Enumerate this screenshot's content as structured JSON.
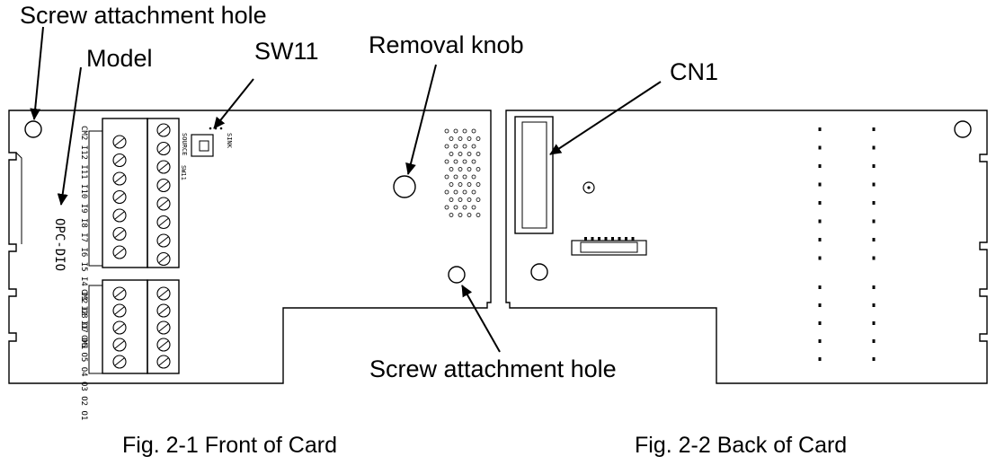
{
  "callouts": {
    "screw_hole_top": "Screw attachment hole",
    "model": "Model",
    "sw11": "SW11",
    "removal_knob": "Removal knob",
    "cn1": "CN1",
    "screw_hole_bottom": "Screw attachment hole"
  },
  "board_text": {
    "model_name": "OPC-DIO",
    "switch_left": "SOURCE",
    "switch_right": "SINK",
    "switch_ref": "SW11",
    "terminal_block_1": "CM2 I12 I11 I10 I9 I8 I7 I6 I5 I4 I3 I2 I1 CM1",
    "terminal_block_2": "CM2 O8 O7 O6 O5 O4 O3 O2 O1"
  },
  "captions": {
    "front": "Fig. 2-1 Front of Card",
    "back": "Fig. 2-2 Back of Card"
  }
}
